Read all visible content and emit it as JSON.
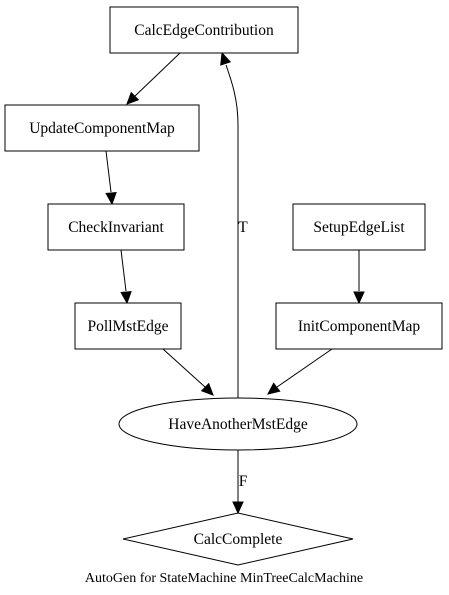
{
  "diagram": {
    "nodes": [
      {
        "id": "calc_edge_contribution",
        "label": "CalcEdgeContribution",
        "shape": "box"
      },
      {
        "id": "update_component_map",
        "label": "UpdateComponentMap",
        "shape": "box"
      },
      {
        "id": "check_invariant",
        "label": "CheckInvariant",
        "shape": "box"
      },
      {
        "id": "poll_mst_edge",
        "label": "PollMstEdge",
        "shape": "box"
      },
      {
        "id": "setup_edge_list",
        "label": "SetupEdgeList",
        "shape": "box"
      },
      {
        "id": "init_component_map",
        "label": "InitComponentMap",
        "shape": "box"
      },
      {
        "id": "have_another_mst_edge",
        "label": "HaveAnotherMstEdge",
        "shape": "ellipse"
      },
      {
        "id": "calc_complete",
        "label": "CalcComplete",
        "shape": "diamond"
      }
    ],
    "edges": [
      {
        "from": "calc_edge_contribution",
        "to": "update_component_map",
        "label": ""
      },
      {
        "from": "update_component_map",
        "to": "check_invariant",
        "label": ""
      },
      {
        "from": "check_invariant",
        "to": "poll_mst_edge",
        "label": ""
      },
      {
        "from": "poll_mst_edge",
        "to": "have_another_mst_edge",
        "label": ""
      },
      {
        "from": "setup_edge_list",
        "to": "init_component_map",
        "label": ""
      },
      {
        "from": "init_component_map",
        "to": "have_another_mst_edge",
        "label": ""
      },
      {
        "from": "have_another_mst_edge",
        "to": "calc_edge_contribution",
        "label": "T"
      },
      {
        "from": "have_another_mst_edge",
        "to": "calc_complete",
        "label": "F"
      }
    ],
    "caption": "AutoGen for StateMachine MinTreeCalcMachine"
  }
}
